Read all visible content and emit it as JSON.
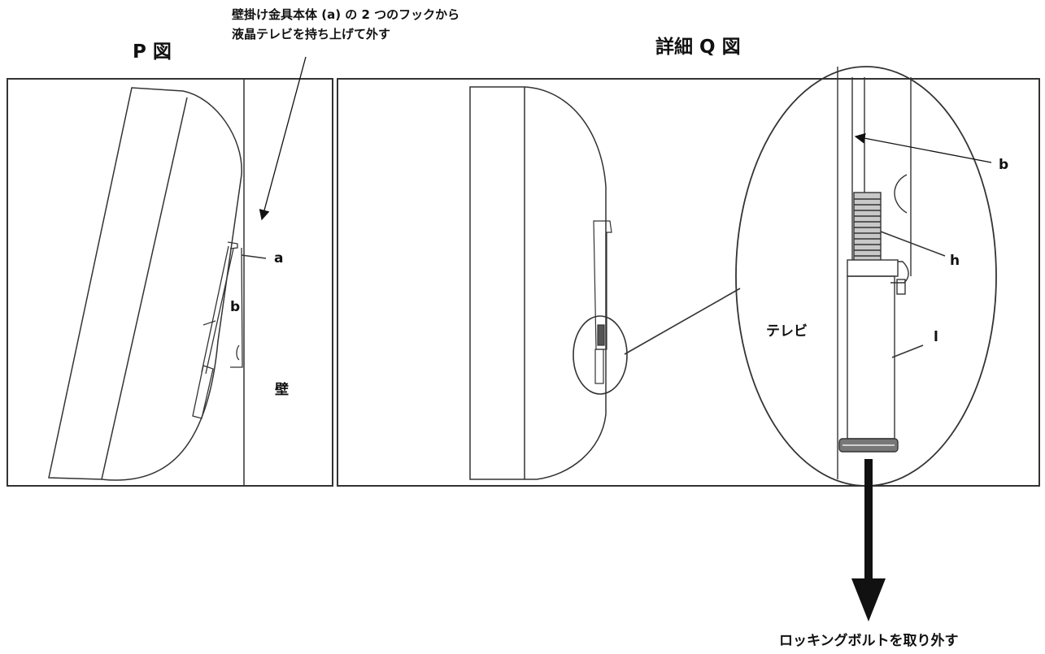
{
  "figure_p": {
    "title": "P 図",
    "instruction_lines": [
      "壁掛け金具本体 (a) の 2 つのフックから",
      "液晶テレビを持ち上げて外す"
    ],
    "labels": {
      "a": "a",
      "b": "b",
      "wall": "壁"
    }
  },
  "figure_q": {
    "title": "詳細 Q 図",
    "labels": {
      "b": "b",
      "h": "h",
      "l": "l",
      "tv": "テレビ"
    }
  },
  "bottom_instruction": "ロッキングボルトを取り外す",
  "colors": {
    "line": "#333333",
    "arrow": "#111111",
    "background": "#ffffff"
  }
}
